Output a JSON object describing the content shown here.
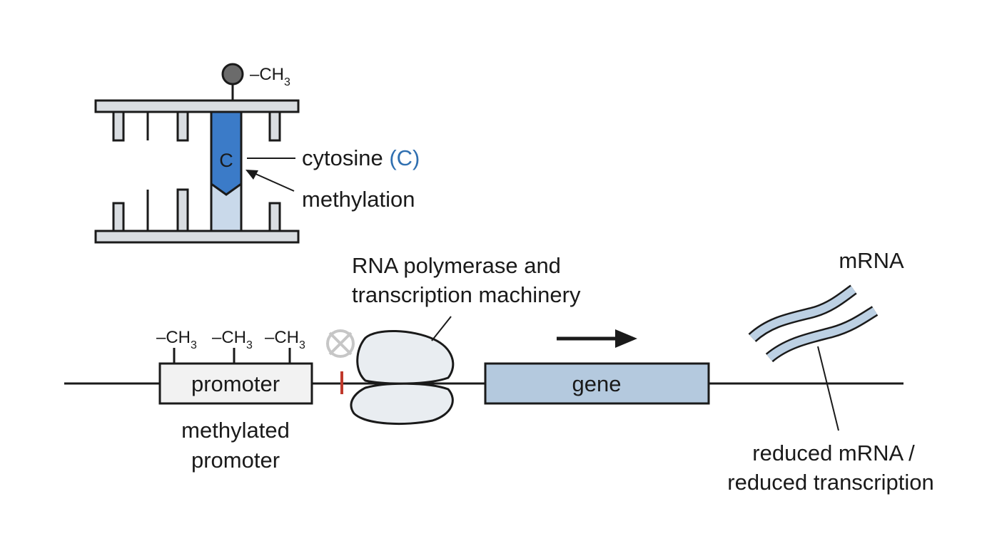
{
  "top_panel": {
    "methyl_dash": "–CH",
    "methyl_sub": "3",
    "base_letter": "C",
    "cytosine_text": "cytosine ",
    "cytosine_paren": "(C)",
    "methylation_label": "methylation"
  },
  "bottom_panel": {
    "methyl_groups": [
      {
        "dash": "–CH",
        "sub": "3"
      },
      {
        "dash": "–CH",
        "sub": "3"
      },
      {
        "dash": "–CH",
        "sub": "3"
      }
    ],
    "promoter_label": "promoter",
    "methylated_promoter_line1": "methylated",
    "methylated_promoter_line2": "promoter",
    "polymerase_line1": "RNA polymerase and",
    "polymerase_line2": "transcription machinery",
    "gene_label": "gene",
    "mrna_label": "mRNA",
    "reduced_line1": "reduced mRNA /",
    "reduced_line2": "reduced transcription"
  },
  "colors": {
    "cytosine_blue": "#3b7bc8",
    "cytosine_light": "#c9d9ea",
    "paren_blue": "#2f6fb0",
    "gene_fill": "#b4c9de",
    "mrna_fill": "#bcd0e3",
    "block_red": "#c0392b",
    "strand_gray": "#d9dde1"
  }
}
